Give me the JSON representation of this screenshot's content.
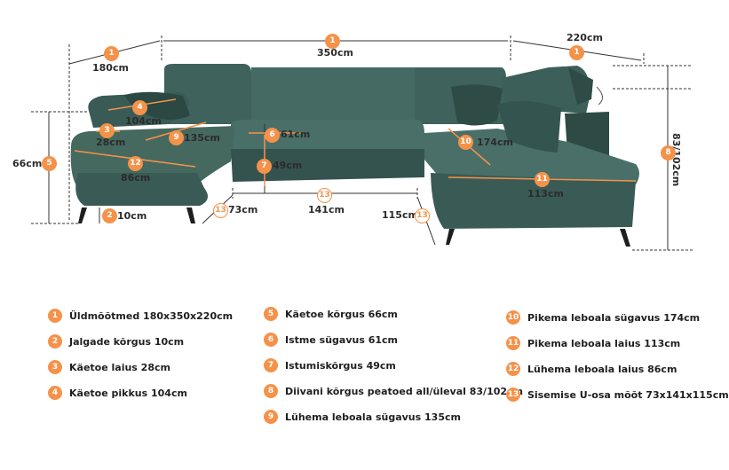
{
  "dimensions": {
    "d1_left": "180cm",
    "d1_mid": "350cm",
    "d1_right": "220cm",
    "d2": "10cm",
    "d3": "28cm",
    "d4": "104cm",
    "d5": "66cm",
    "d6": "61cm",
    "d7": "49cm",
    "d8": "83/102cm",
    "d9": "135cm",
    "d10": "174cm",
    "d11": "113cm",
    "d12": "86cm",
    "d13_left": "73cm",
    "d13_mid": "141cm",
    "d13_right": "115cm"
  },
  "badges": {
    "n1": "1",
    "n2": "2",
    "n3": "3",
    "n4": "4",
    "n5": "5",
    "n6": "6",
    "n7": "7",
    "n8": "8",
    "n9": "9",
    "n10": "10",
    "n11": "11",
    "n12": "12",
    "n13": "13"
  },
  "legend": [
    {
      "num": "1",
      "text": "Üldmõõtmed 180x350x220cm"
    },
    {
      "num": "2",
      "text": "Jalgade kõrgus 10cm"
    },
    {
      "num": "3",
      "text": "Käetoe laius 28cm"
    },
    {
      "num": "4",
      "text": "Käetoe pikkus 104cm"
    },
    {
      "num": "5",
      "text": "Käetoe kõrgus 66cm"
    },
    {
      "num": "6",
      "text": "Istme sügavus 61cm"
    },
    {
      "num": "7",
      "text": "Istumiskõrgus 49cm"
    },
    {
      "num": "8",
      "text": "Diivani kõrgus peatoed all/üleval 83/102cm"
    },
    {
      "num": "9",
      "text": "Lühema leboala sügavus 135cm"
    },
    {
      "num": "10",
      "text": "Pikema leboala sügavus 174cm"
    },
    {
      "num": "11",
      "text": "Pikema leboala laius 113cm"
    },
    {
      "num": "12",
      "text": "Lühema leboala laius 86cm"
    },
    {
      "num": "13",
      "text": "Sisemise U-osa mõõt 73x141x115cm"
    }
  ],
  "colors": {
    "sofa": "#3c5e58",
    "sofa_dark": "#2b4843",
    "sofa_light": "#4b706a",
    "accent": "#f5924a",
    "line": "#333333"
  }
}
